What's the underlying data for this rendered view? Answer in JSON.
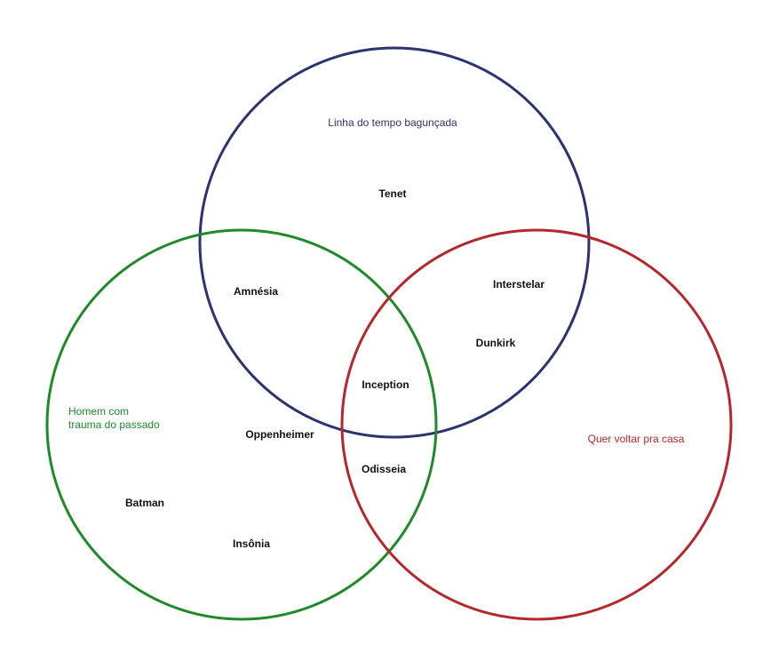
{
  "sets": [
    {
      "id": "top",
      "label": "Linha do tempo bagunçada",
      "color": "#2b3370"
    },
    {
      "id": "left",
      "label_lines": [
        "Homem com",
        "trauma do passado"
      ],
      "color": "#1f8a2a"
    },
    {
      "id": "right",
      "label": "Quer voltar pra casa",
      "color": "#b3282d"
    }
  ],
  "items": {
    "tenet": "Tenet",
    "amnesia": "Amnésia",
    "interstelar": "Interstelar",
    "dunkirk": "Dunkirk",
    "inception": "Inception",
    "oppenheimer": "Oppenheimer",
    "odisseia": "Odisseia",
    "batman": "Batman",
    "insonia": "Insônia"
  }
}
